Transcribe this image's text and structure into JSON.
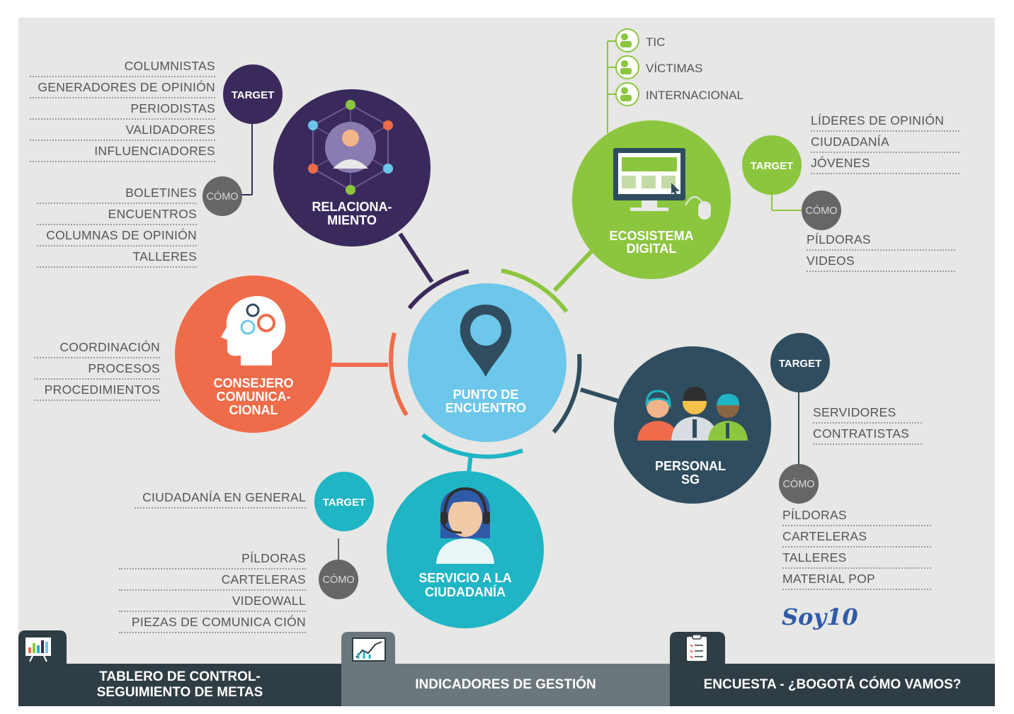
{
  "center": {
    "line1": "PUNTO DE",
    "line2": "ENCUENTRO",
    "icon": "map-pin-icon",
    "color": "#6cc7ea"
  },
  "hubs": {
    "relacionamiento": {
      "line1": "RELACIONA-",
      "line2": "MIENTO",
      "color": "#3a2a5c",
      "icon": "network-person-icon"
    },
    "ecosistema": {
      "line1": "ECOSISTEMA",
      "line2": "DIGITAL",
      "color": "#8cc63f",
      "icon": "computer-monitor-icon"
    },
    "consejero": {
      "line1": "CONSEJERO",
      "line2": "COMUNICA-",
      "line3": "CIONAL",
      "color": "#ef6c4a",
      "icon": "head-gears-icon"
    },
    "personal": {
      "line1": "PERSONAL",
      "line2": "SG",
      "color": "#2f4d5e",
      "icon": "people-group-icon"
    },
    "servicio": {
      "line1": "SERVICIO A LA",
      "line2": "CIUDADANÍA",
      "color": "#1fb5c5",
      "icon": "headset-agent-icon"
    }
  },
  "tags": {
    "target": "TARGET",
    "como": "CÓMO"
  },
  "relacionamiento_target": [
    "COLUMNISTAS",
    "GENERADORES DE OPINIÓN",
    "PERIODISTAS",
    "VALIDADORES",
    "INFLUENCIADORES"
  ],
  "relacionamiento_como": [
    "BOLETINES",
    "ENCUENTROS",
    "COLUMNAS DE OPINIÓN",
    "TALLERES"
  ],
  "ecosistema_channels": [
    "TIC",
    "VÍCTIMAS",
    "INTERNACIONAL"
  ],
  "ecosistema_target": [
    "LÍDERES DE OPINIÓN",
    "CIUDADANÍA",
    "JÓVENES"
  ],
  "ecosistema_como": [
    "PÍLDORAS",
    "VIDEOS"
  ],
  "consejero_items": [
    "COORDINACIÓN",
    "PROCESOS",
    "PROCEDIMIENTOS"
  ],
  "personal_target": [
    "SERVIDORES",
    "CONTRATISTAS"
  ],
  "personal_como": [
    "PÍLDORAS",
    "CARTELERAS",
    "TALLERES",
    "MATERIAL POP"
  ],
  "servicio_target": [
    "CIUDADANÍA EN GENERAL"
  ],
  "servicio_como": [
    "PÍLDORAS",
    "CARTELERAS",
    "VIDEOWALL",
    "PIEZAS DE COMUNICA CIÓN"
  ],
  "logo": "Soy10",
  "footer": {
    "left_line1": "TABLERO DE CONTROL-",
    "left_line2": "SEGUIMIENTO DE METAS",
    "middle": "INDICADORES DE GESTIÓN",
    "right": "ENCUESTA - ¿BOGOTÁ CÓMO VAMOS?"
  }
}
